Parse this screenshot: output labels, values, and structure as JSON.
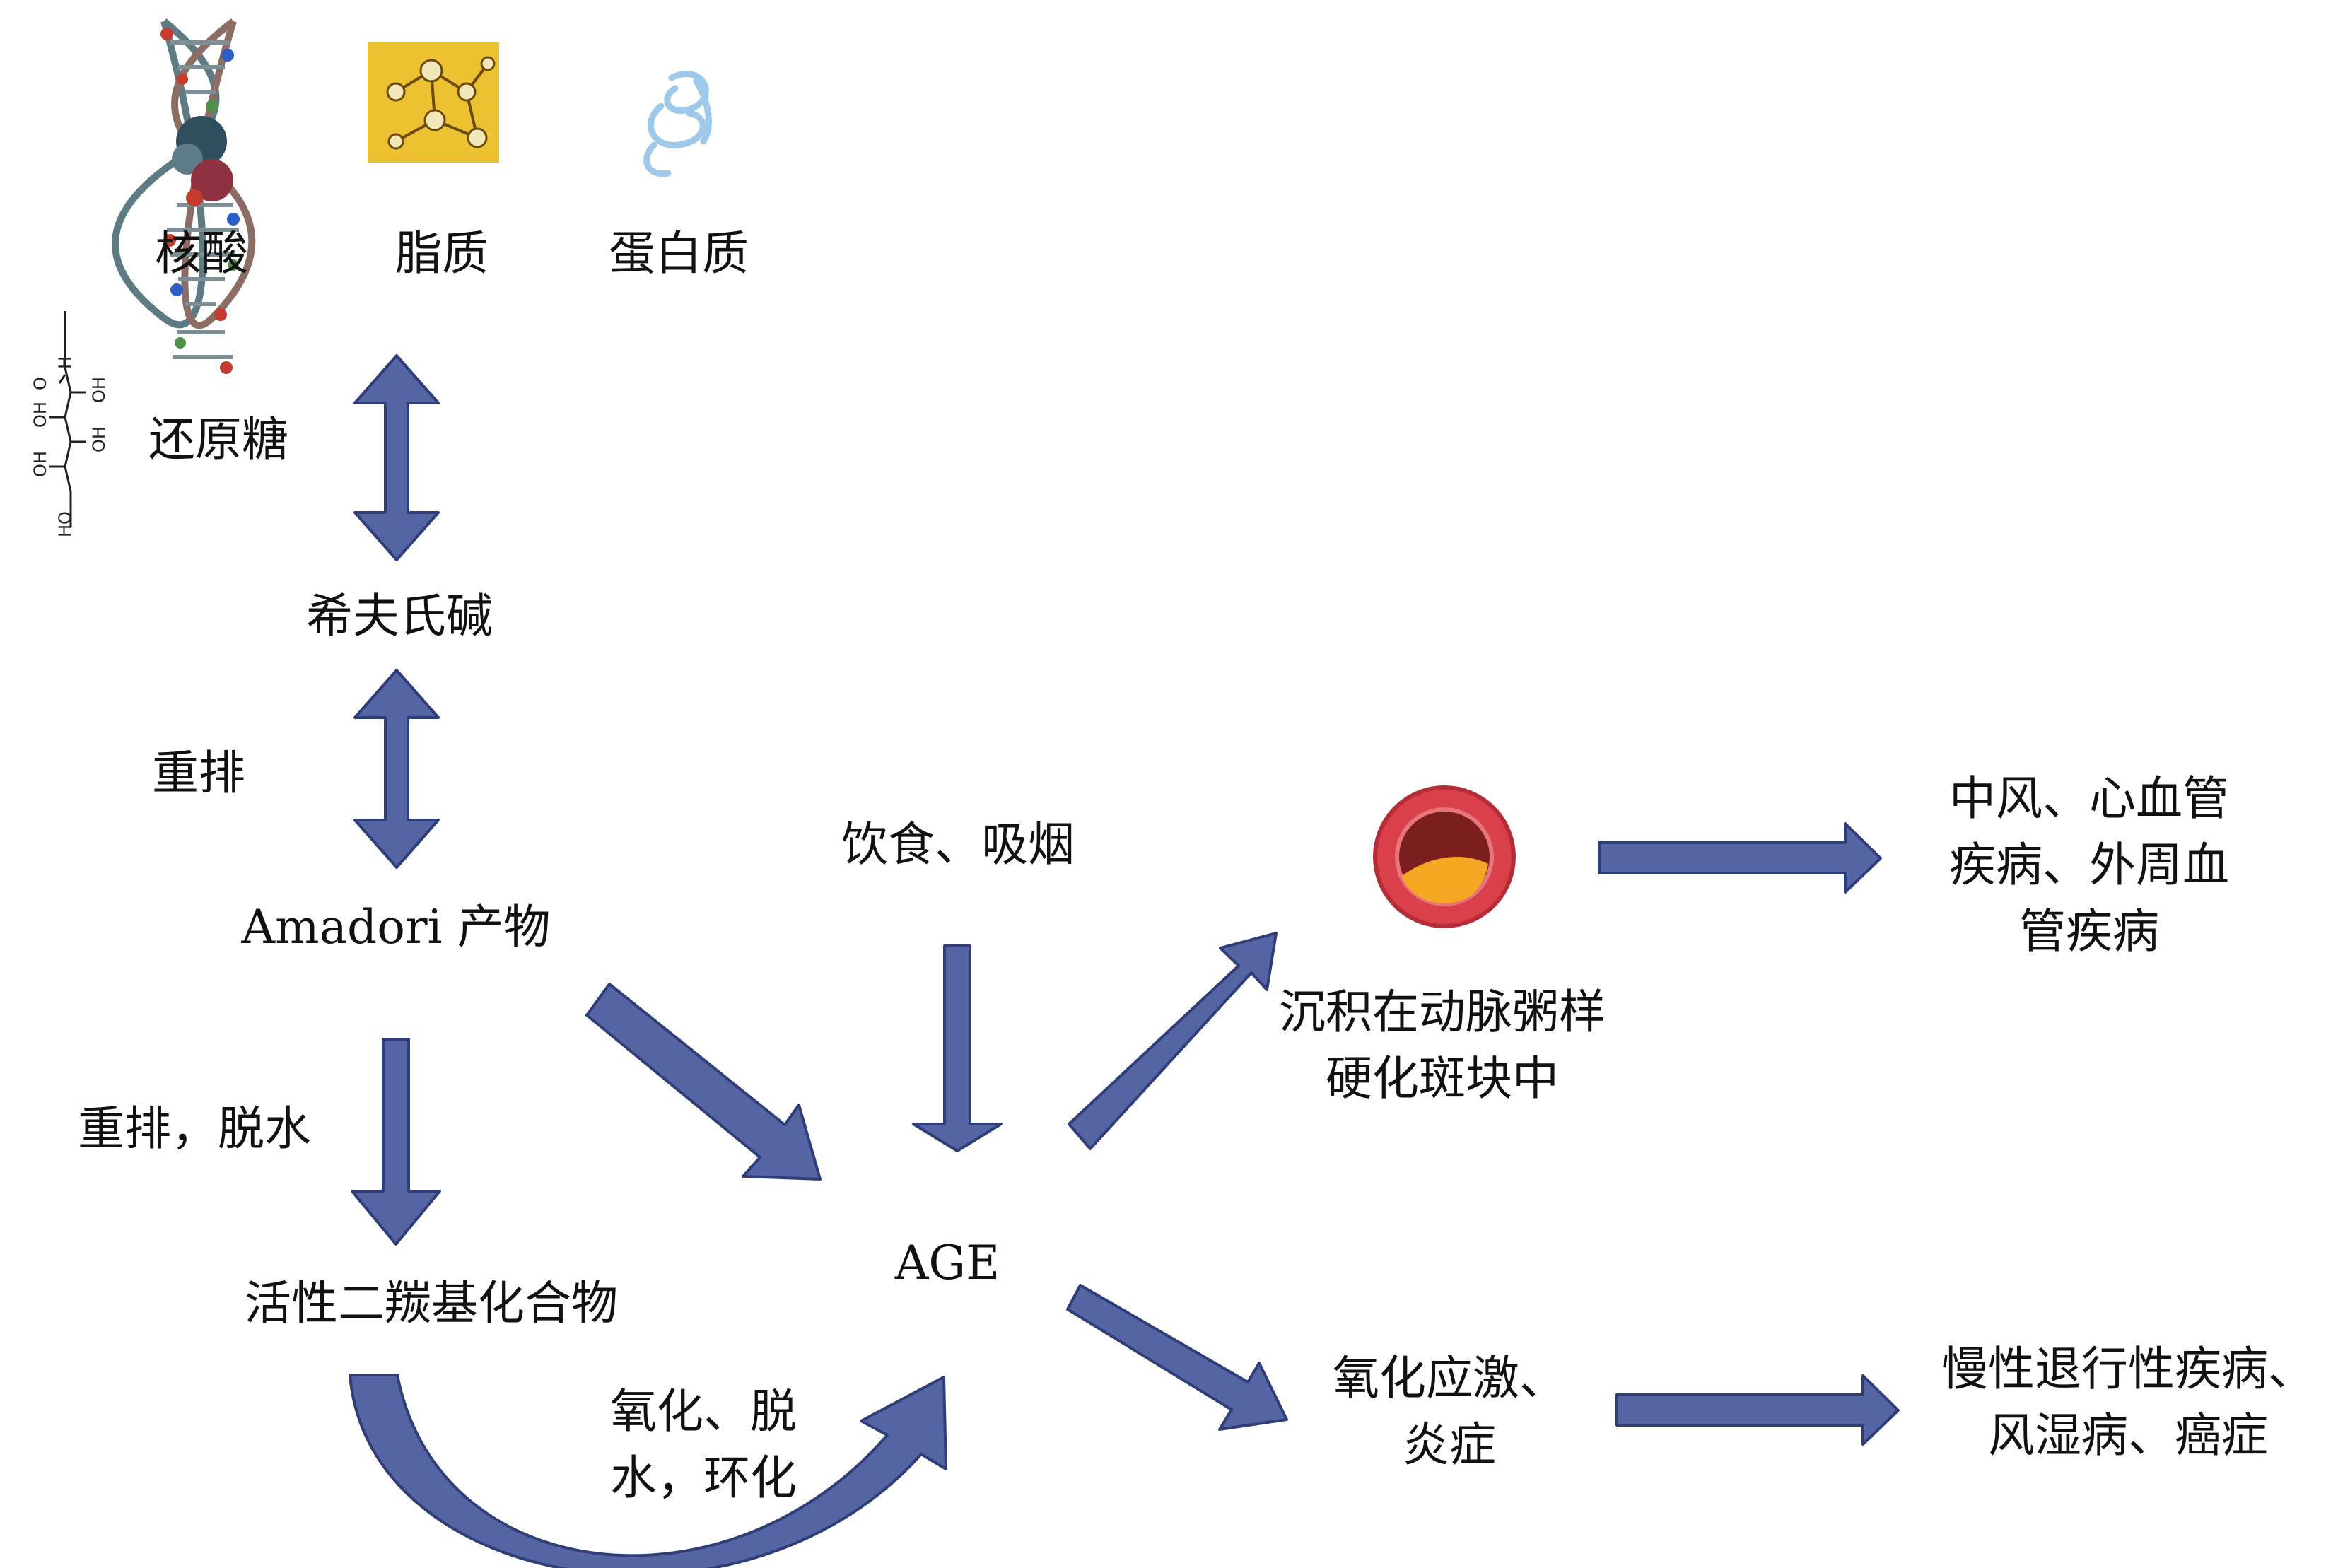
{
  "colors": {
    "arrow_fill": "#5565A3",
    "arrow_stroke": "#2F3E78",
    "text": "#111111",
    "lipid_bg": "#E8B81E",
    "protein": "#9FC9EA",
    "plaque_ring": "#D9404A",
    "plaque_lumen": "#7A1F1E",
    "plaque_fat": "#F5A623"
  },
  "icons": {
    "nucleic_acid": "dna-helix-icon",
    "lipid": "lipid-molecule-icon",
    "protein": "protein-ribbon-icon",
    "reducing_sugar": "glucose-structure-icon",
    "plaque": "artery-plaque-icon"
  },
  "sources": {
    "nucleic_acid": "核酸",
    "lipid": "脂质",
    "protein": "蛋白质"
  },
  "sugar_atoms": {
    "aldehyde_o": "O",
    "aldehyde_h": "H",
    "hydroxyl": "OH",
    "hydroxyl_terminal": "HO"
  },
  "steps": {
    "reducing_sugar": "还原糖",
    "schiff_base": "希夫氏碱",
    "rearrangement": "重排",
    "amadori": "Amadori 产物",
    "rearrangement_dehydration": "重排，脱水",
    "dicarbonyl": "活性二羰基化合物",
    "oxidation_lines": [
      "氧化、脱",
      "水，环化"
    ],
    "diet_smoking": "饮食、吸烟",
    "age": "AGE"
  },
  "outcomes": {
    "plaque_lines": [
      "沉积在动脉粥样",
      "硬化斑块中"
    ],
    "cardio_lines": [
      "中风、心血管",
      "疾病、外周血",
      "管疾病"
    ],
    "stress_lines": [
      "氧化应激、",
      "炎症"
    ],
    "chronic_lines": [
      "慢性退行性疾病、",
      "风湿病、癌症"
    ]
  }
}
